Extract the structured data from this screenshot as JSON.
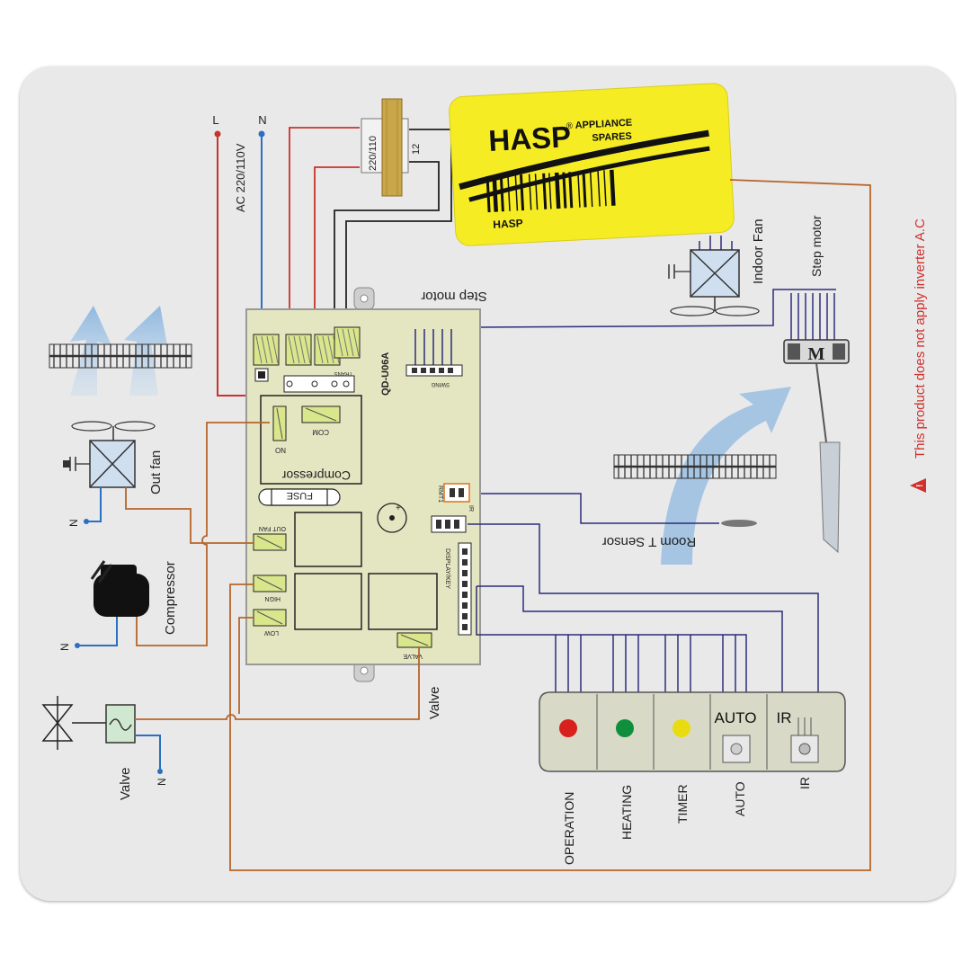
{
  "power": {
    "live": "L",
    "neutral": "N",
    "voltage": "AC 220/110V"
  },
  "transformer": {
    "primary": "220/110",
    "secondary": "12"
  },
  "sticker": {
    "brand": "HASP",
    "reg": "®",
    "line1": "APPLIANCE",
    "line2": "SPARES",
    "code": "HASP"
  },
  "board": {
    "model": "QD-U06A",
    "trans": "TRANS",
    "swing": "SWING",
    "compressor_block": "Compressor",
    "com": "COM",
    "no": "NO",
    "fuse": "FUSE",
    "out_fan": "OUT FAN",
    "high": "HIGN",
    "low": "LOW",
    "valve": "VALVE",
    "rmt1": "RMT1",
    "ir": "IR",
    "display_key": "DISPLAY/KEY",
    "buzzer": "+"
  },
  "labels": {
    "step_motor_top": "Step motor",
    "indoor_fan": "Indoor Fan",
    "step_motor_right": "Step motor",
    "motor_symbol": "M",
    "warning": "This product does not apply inverter A.C",
    "room_sensor": "Room T Sensor",
    "out_fan": "Out fan",
    "compressor": "Compressor",
    "valve": "Valve",
    "valve_left": "Valve",
    "neutral": "N"
  },
  "display_panel": {
    "auto_title": "AUTO",
    "ir_title": "IR",
    "indicators": [
      {
        "label": "OPERATION",
        "color": "#d8201d"
      },
      {
        "label": "HEATING",
        "color": "#0f8f3c"
      },
      {
        "label": "TIMER",
        "color": "#e8dc10"
      },
      {
        "label": "AUTO"
      },
      {
        "label": "IR"
      }
    ]
  },
  "colors": {
    "live_wire": "#c8332a",
    "neutral_wire": "#2a6fc0",
    "brown_wire": "#b5652b",
    "signal_wire": "#2c2c7a",
    "board": "#e4e6c2",
    "sticker": "#f6ec24"
  }
}
